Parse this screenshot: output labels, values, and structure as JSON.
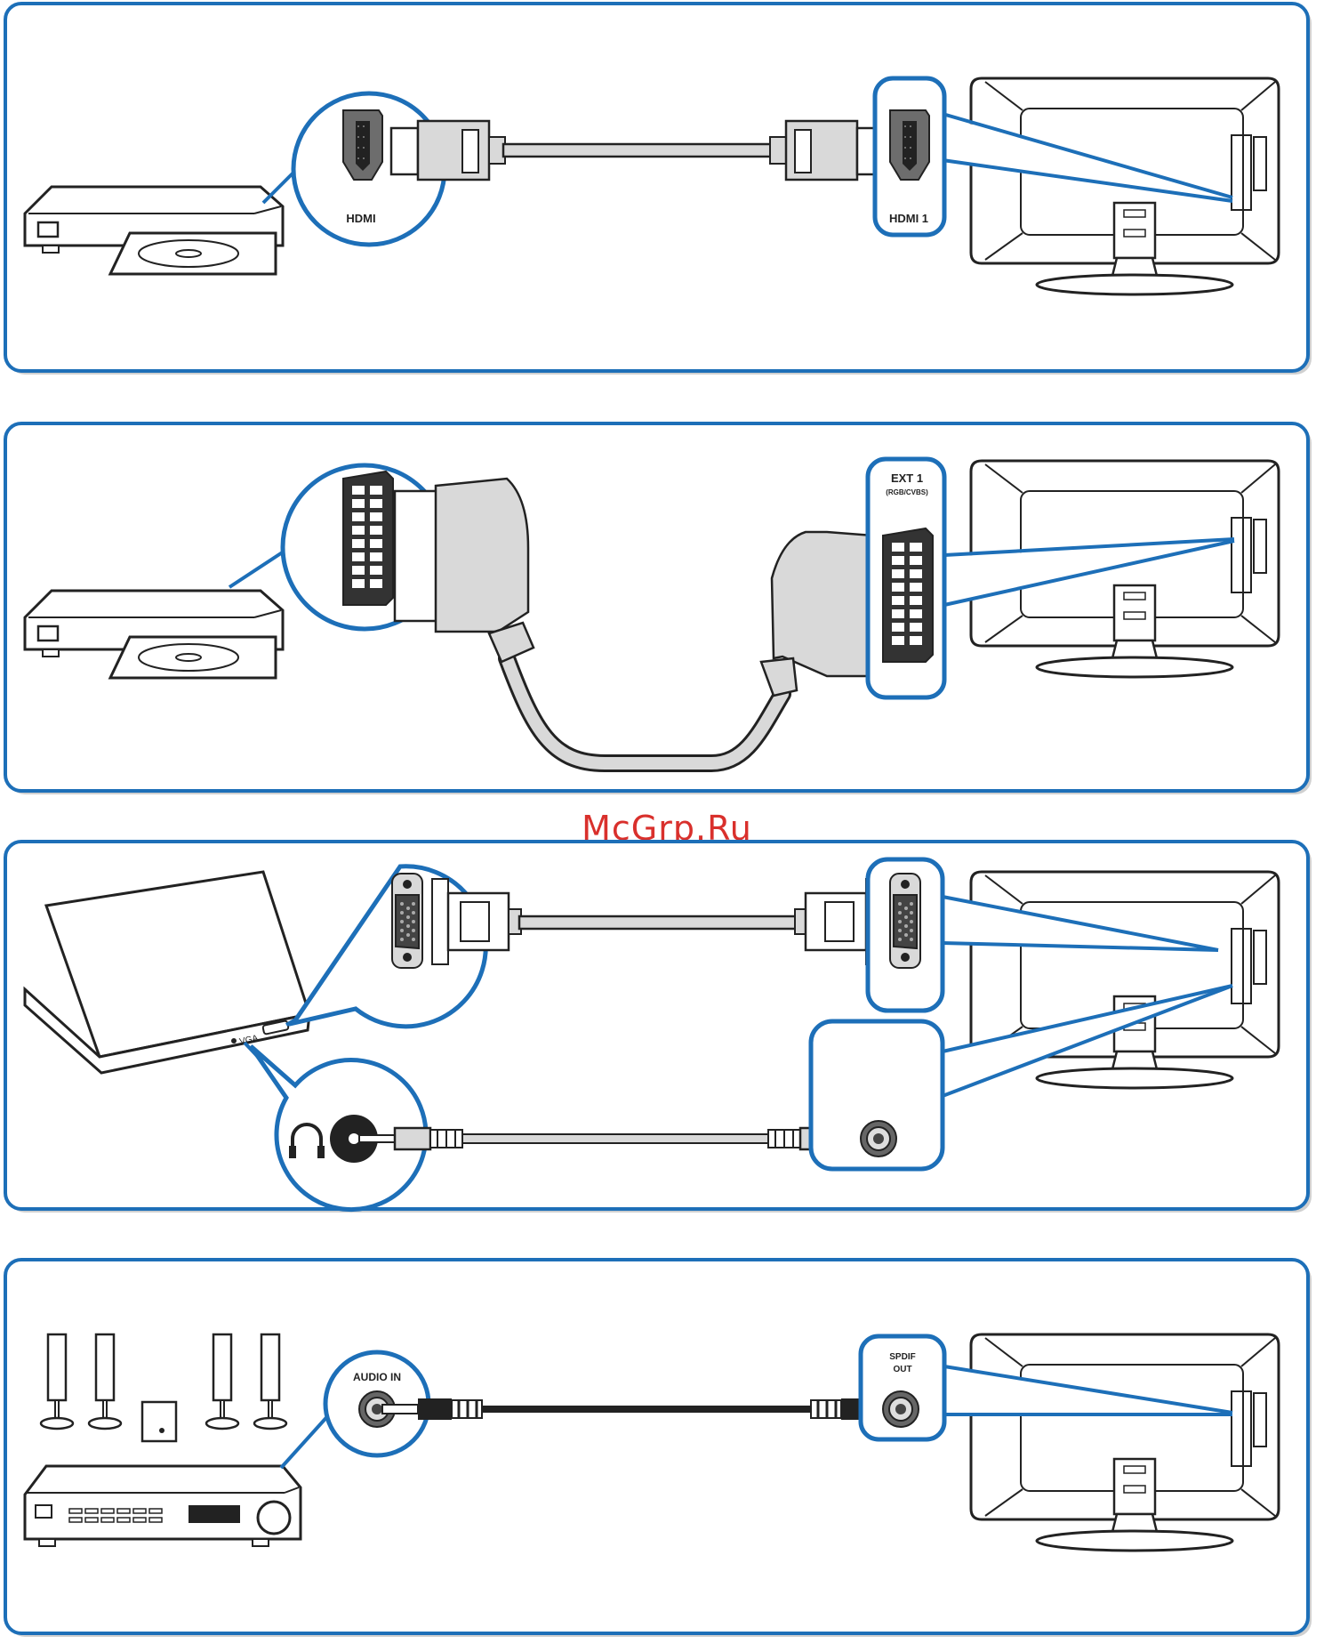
{
  "watermark": "McGrp.Ru",
  "accent_color": "#1d6fb8",
  "panels": [
    {
      "id": "hdmi",
      "source_device": "dvd-player",
      "cable": "hdmi-cable",
      "source_port_label": "HDMI",
      "tv_port_label": "HDMI 1"
    },
    {
      "id": "scart",
      "source_device": "dvd-player",
      "cable": "scart-cable",
      "tv_port_label": "EXT 1",
      "tv_port_sublabel": "(RGB/CVBS)"
    },
    {
      "id": "vga",
      "source_device": "laptop",
      "cable": "vga-cable-and-audio-cable",
      "source_port_label": "VGA"
    },
    {
      "id": "spdif",
      "source_device": "home-theater-amplifier",
      "cable": "coaxial-audio-cable",
      "source_port_label": "AUDIO IN",
      "tv_port_label_line1": "SPDIF",
      "tv_port_label_line2": "OUT"
    }
  ]
}
